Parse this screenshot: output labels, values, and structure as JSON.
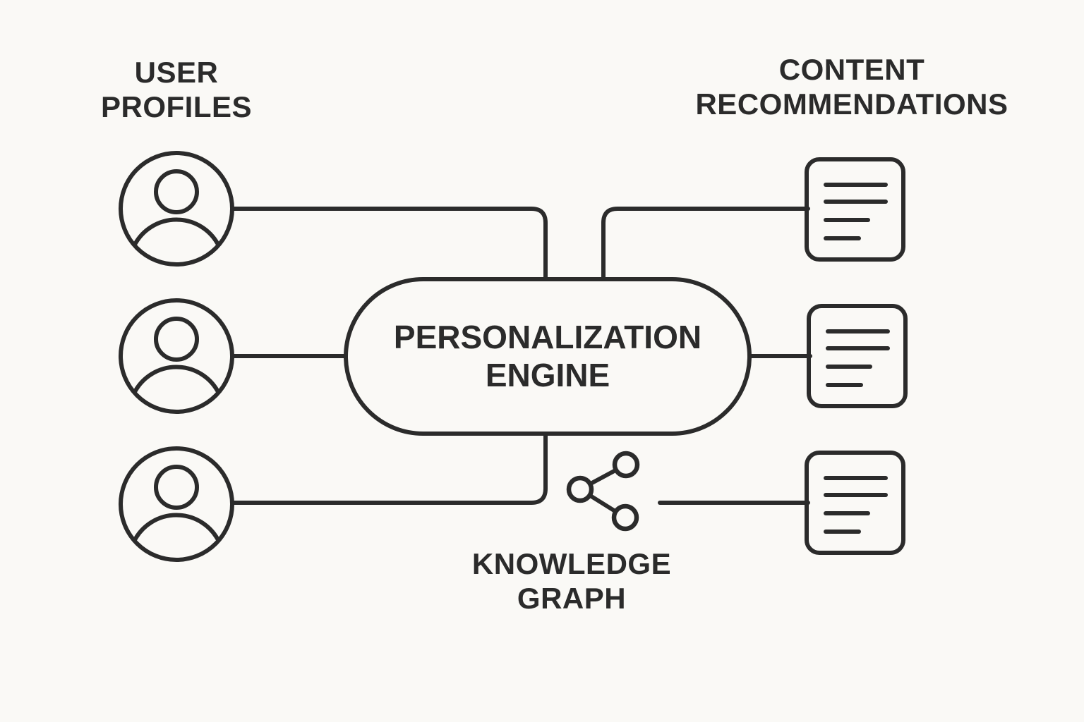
{
  "theme": {
    "bg": "#faf9f6",
    "stroke": "#2b2b2b",
    "text": "#2b2b2b"
  },
  "labels": {
    "user_profiles": "USER PROFILES",
    "content_recommendations": "CONTENT RECOMMENDATIONS",
    "engine": "PERSONALIZATION ENGINE",
    "knowledge_graph": "KNOWLEDGE GRAPH"
  },
  "diagram": {
    "center_node": {
      "label": "PERSONALIZATION ENGINE",
      "shape": "rounded-pill"
    },
    "input_group": {
      "label": "USER PROFILES",
      "icon": "user-avatar-icon",
      "count": 3
    },
    "output_group": {
      "label": "CONTENT RECOMMENDATIONS",
      "icon": "document-text-icon",
      "count": 3
    },
    "aux_node": {
      "label": "KNOWLEDGE GRAPH",
      "icon": "share-network-icon"
    },
    "edges": [
      {
        "from": "user-profile-1",
        "to": "personalization-engine"
      },
      {
        "from": "user-profile-2",
        "to": "personalization-engine"
      },
      {
        "from": "user-profile-3",
        "to": "personalization-engine"
      },
      {
        "from": "personalization-engine",
        "to": "document-1"
      },
      {
        "from": "personalization-engine",
        "to": "document-2"
      },
      {
        "from": "knowledge-graph",
        "to": "document-3"
      }
    ]
  }
}
